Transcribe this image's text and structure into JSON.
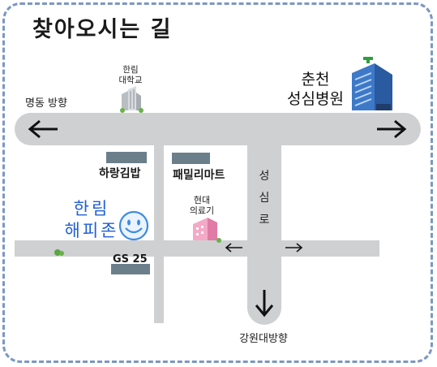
{
  "title": "찾아오시는 길",
  "labels": {
    "myeongdong": "명동 방향",
    "hallym_univ_line1": "한림",
    "hallym_univ_line2": "대학교",
    "hospital_line1": "춘천",
    "hospital_line2": "성심병원",
    "halmang_gimbap": "하랑김밥",
    "family_mart": "패밀리마트",
    "seongsimro": [
      "성",
      "심",
      "로"
    ],
    "hyundai_line1": "현대",
    "hyundai_line2": "의료기",
    "happy_line1": "한림",
    "happy_line2": "해피존",
    "gs25": "GS 25",
    "gangwon": "강원대방향"
  },
  "icons": {
    "hospital": "hospital-building-icon",
    "university": "university-building-icon",
    "smiley": "smiley-face-icon",
    "hyundai": "pink-building-icon"
  },
  "colors": {
    "road": "#cfd0d2",
    "frame": "#7c97c4",
    "happy_text": "#1f5fd6",
    "building_block": "#6b7f8b"
  }
}
